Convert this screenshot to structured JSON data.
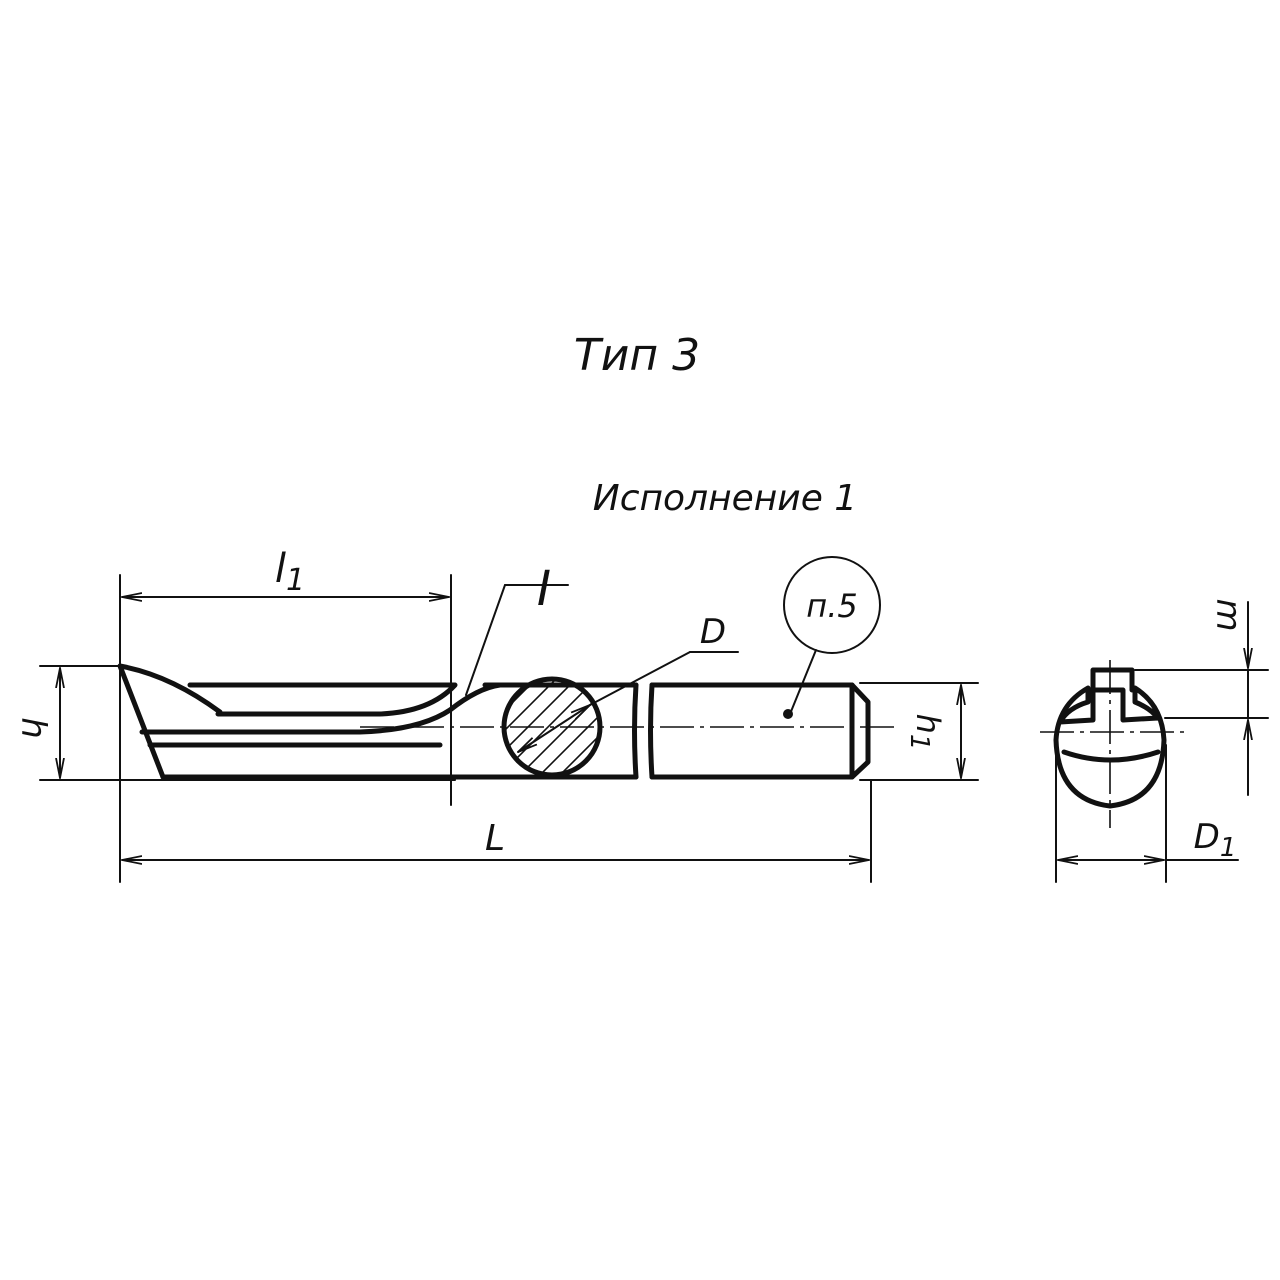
{
  "title": "Тип 3",
  "subtitle": "Исполнение 1",
  "labels": {
    "l1": "l",
    "l1_sub": "1",
    "L": "L",
    "h": "h",
    "h1": "h",
    "h1_sub": "1",
    "D": "D",
    "D1": "D",
    "D1_sub": "1",
    "m": "m",
    "section": "I",
    "note": "п.5"
  },
  "colors": {
    "ink": "#111111",
    "paper": "#ffffff"
  }
}
